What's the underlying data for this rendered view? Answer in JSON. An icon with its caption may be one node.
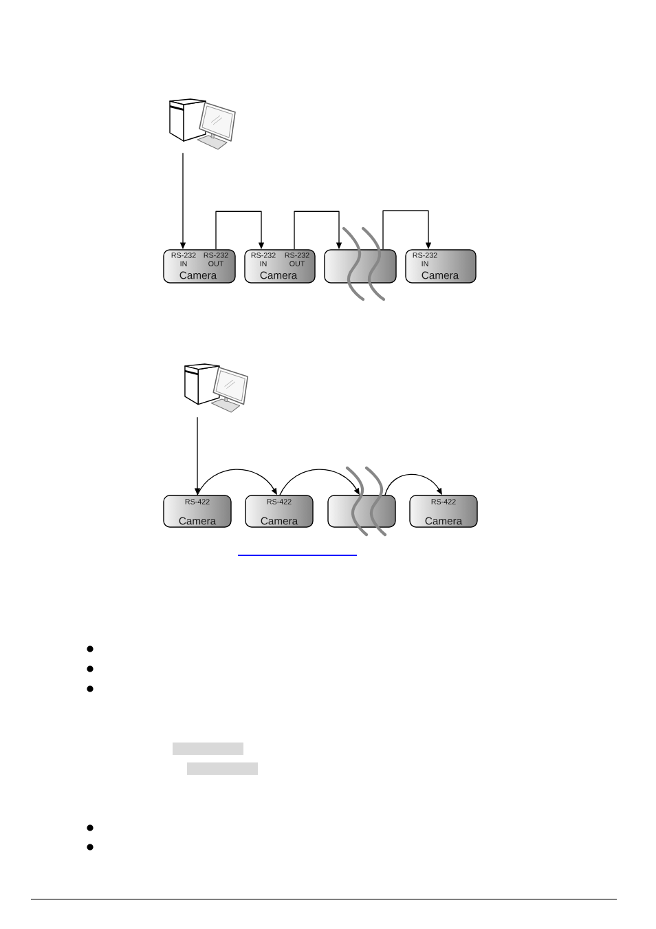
{
  "diagram": {
    "nodes": [
      {
        "text": [],
        "shape": "picture"
      },
      {
        "text": [
          "RS-232 IN",
          "RS-232 OUT",
          "Camera"
        ]
      },
      {
        "text": [
          "RS-232 IN",
          "RS-232 OUT",
          "Camera"
        ]
      },
      {
        "text": [],
        "shape": "box"
      },
      {
        "text": [
          "RS-232 IN",
          "Camera"
        ]
      },
      {
        "text": [],
        "shape": "picture"
      },
      {
        "text": [
          "RS-422",
          "Camera"
        ]
      },
      {
        "text": [
          "RS-422",
          "Camera"
        ]
      },
      {
        "text": [],
        "shape": "box"
      },
      {
        "text": [
          "RS-422",
          "Camera"
        ]
      }
    ],
    "edges": [
      {
        "from": 0,
        "to": 1,
        "arrow": "to"
      },
      {
        "from": 1,
        "to": 2,
        "arrow": "to"
      },
      {
        "from": 2,
        "to": 3,
        "arrow": "to"
      },
      {
        "from": 3,
        "to": 4,
        "arrow": "to"
      },
      {
        "from": 5,
        "to": 6,
        "arrow": "to"
      },
      {
        "from": 6,
        "to": 7,
        "arrow": "to"
      },
      {
        "from": 7,
        "to": 8,
        "arrow": "to"
      },
      {
        "from": 8,
        "to": 9,
        "arrow": "to"
      }
    ]
  }
}
